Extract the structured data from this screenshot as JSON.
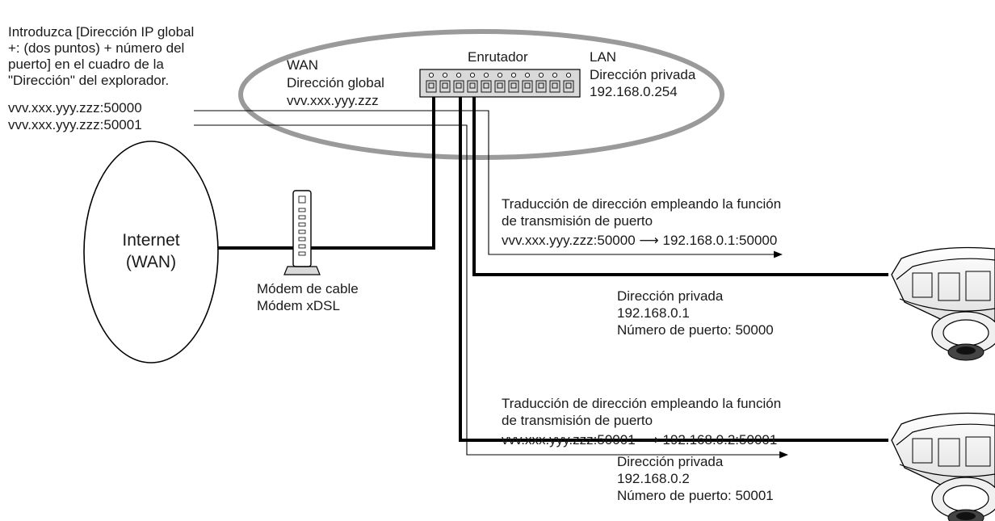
{
  "instruction": [
    "Introduzca [Dirección IP global",
    "+: (dos puntos) + número del",
    "puerto] en el cuadro de la",
    "\"Dirección\" del explorador."
  ],
  "url_port_1": "vvv.xxx.yyy.zzz:50000",
  "url_port_2": "vvv.xxx.yyy.zzz:50001",
  "wan": {
    "title": "WAN",
    "label": "Dirección global",
    "address": "vvv.xxx.yyy.zzz"
  },
  "router": {
    "label": "Enrutador"
  },
  "lan": {
    "title": "LAN",
    "label": "Dirección privada",
    "address": "192.168.0.254"
  },
  "internet": {
    "line1": "Internet",
    "line2": "(WAN)"
  },
  "modem": {
    "line1": "Módem de cable",
    "line2": "Módem xDSL"
  },
  "translation_1": {
    "line1": "Traducción de dirección empleando la función",
    "line2": "de transmisión de puerto",
    "from": "vvv.xxx.yyy.zzz:50000",
    "arrow": "⟶",
    "to": "192.168.0.1:50000"
  },
  "camera_1": {
    "label": "Dirección privada",
    "address": "192.168.0.1",
    "port": "Número de puerto: 50000"
  },
  "translation_2": {
    "line1": "Traducción de dirección empleando la función",
    "line2": "de transmisión de puerto",
    "from": "vvv.xxx.yyy.zzz:50001",
    "arrow": "⟶",
    "to": "192.168.0.2:50001"
  },
  "camera_2": {
    "label": "Dirección privada",
    "address": "192.168.0.2",
    "port": "Número de puerto: 50001"
  },
  "colors": {
    "ellipse_stroke": "#9a9a9a",
    "line": "#000000",
    "device_fill": "#d9d9d9",
    "text": "#1a1a1a"
  }
}
